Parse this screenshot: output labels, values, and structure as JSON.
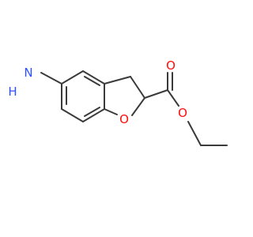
{
  "molecule": {
    "atom_labels": {
      "amine_n": "N",
      "amine_h": "H",
      "ring_oxygen": "O",
      "carbonyl_oxygen": "O",
      "ester_oxygen": "O"
    },
    "colors": {
      "bond": "#3a3a3a",
      "nitrogen": "#3050f8",
      "oxygen": "#ff0d0d",
      "background": "#ffffff"
    }
  }
}
